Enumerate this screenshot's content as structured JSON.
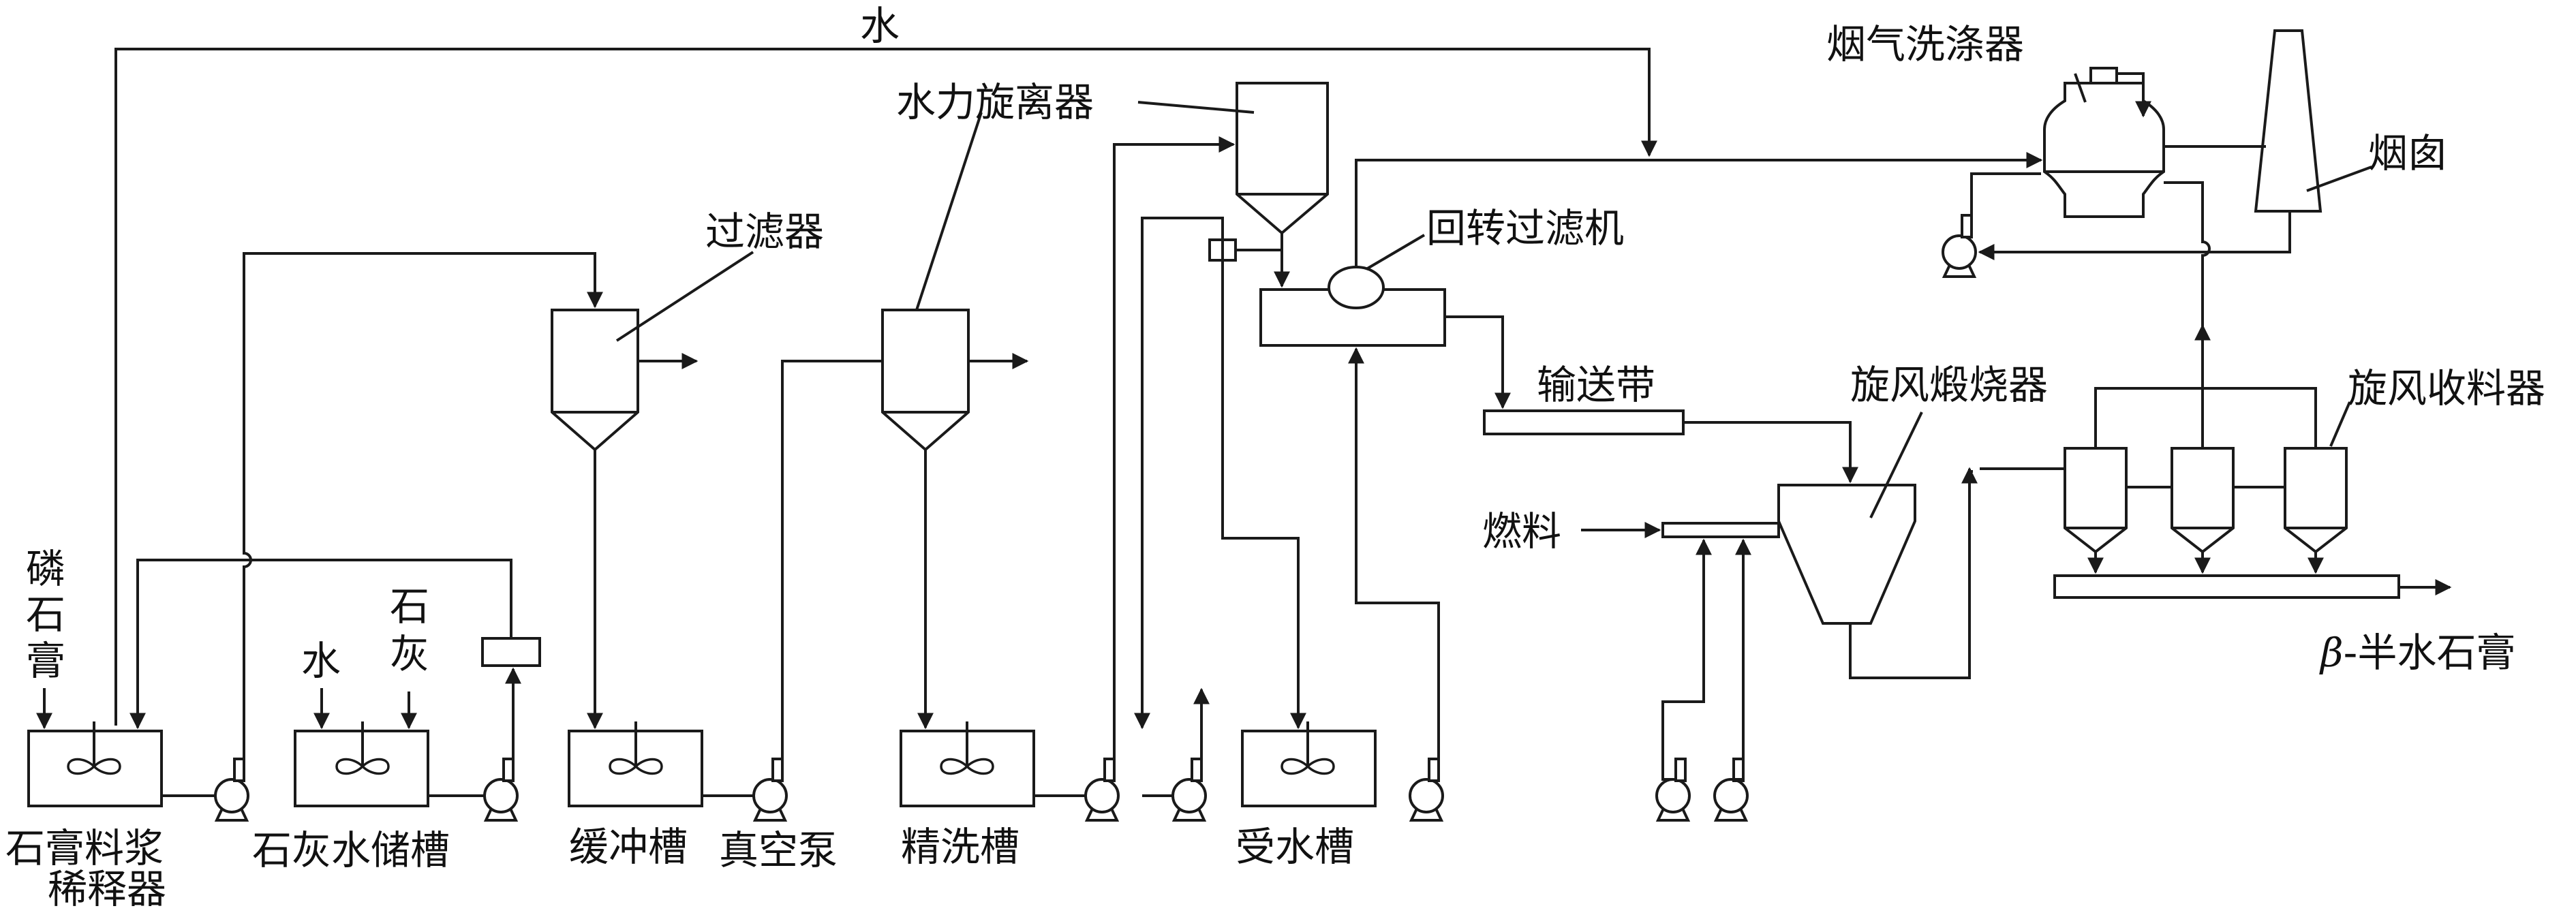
{
  "labels": {
    "water_top": "水",
    "hydrocyclone": "水力旋离器",
    "flue_scrubber": "烟气洗涤器",
    "chimney": "烟囱",
    "filter": "过滤器",
    "rotary_filter": "回转过滤机",
    "conveyor": "输送带",
    "cyclone_calciner": "旋风煅烧器",
    "cyclone_collector": "旋风收料器",
    "fuel": "燃料",
    "product_symbol": "β",
    "product_rest": "-半水石膏",
    "phosphogypsum": [
      "磷",
      "石",
      "膏"
    ],
    "water_small": "水",
    "lime": [
      "石",
      "灰"
    ],
    "diluter": [
      "石膏料浆",
      "稀释器"
    ],
    "lime_tank": "石灰水储槽",
    "buffer_tank": "缓冲槽",
    "vacuum_pump": "真空泵",
    "fine_wash_tank": "精洗槽",
    "receiving_tank": "受水槽"
  },
  "colors": {
    "stroke": "#1a1a1a",
    "background": "#ffffff"
  }
}
